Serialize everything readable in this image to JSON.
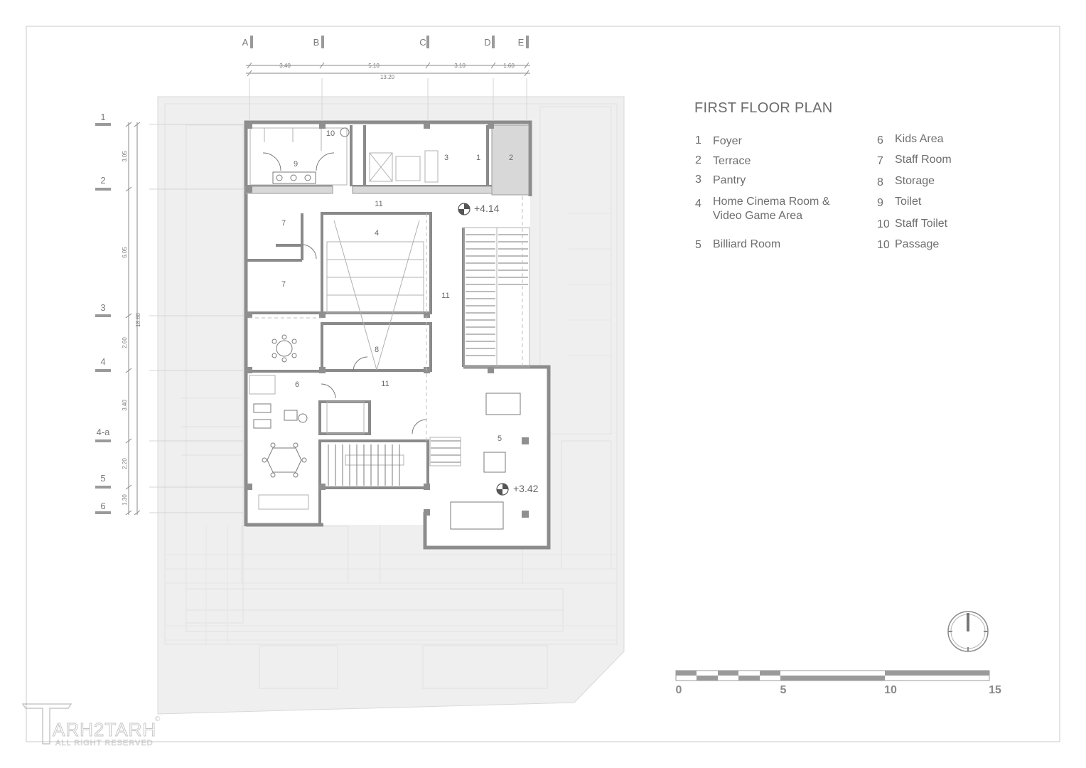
{
  "title": "FIRST FLOOR PLAN",
  "legend_left": [
    {
      "num": "1",
      "label": "Foyer"
    },
    {
      "num": "2",
      "label": "Terrace"
    },
    {
      "num": "3",
      "label": "Pantry"
    },
    {
      "num": "4",
      "label": "Home Cinema Room &",
      "label2": "Video Game Area"
    },
    {
      "num": "5",
      "label": "Billiard Room"
    }
  ],
  "legend_right": [
    {
      "num": "6",
      "label": "Kids Area"
    },
    {
      "num": "7",
      "label": "Staff Room"
    },
    {
      "num": "8",
      "label": "Storage"
    },
    {
      "num": "9",
      "label": "Toilet"
    },
    {
      "num": "10",
      "label": "Staff Toilet"
    },
    {
      "num": "10",
      "label": "Passage"
    }
  ],
  "grid_columns": [
    "A",
    "B",
    "C",
    "D",
    "E"
  ],
  "column_spacings": [
    "3.40",
    "5.10",
    "3.10",
    "1.60"
  ],
  "column_total": "13.20",
  "grid_rows": [
    "1",
    "2",
    "3",
    "4",
    "4-a",
    "5",
    "6"
  ],
  "row_spacings": [
    "3.05",
    "6.05",
    "2.60",
    "3.40",
    "2.20",
    "1.30"
  ],
  "row_total": "18.60",
  "room_labels": [
    "10",
    "9",
    "3",
    "1",
    "2",
    "11",
    "7",
    "4",
    "7",
    "11",
    "8",
    "6",
    "11",
    "5"
  ],
  "levels": [
    "+4.14",
    "+3.42"
  ],
  "scale_labels": [
    "0",
    "5",
    "10",
    "15"
  ],
  "watermark": {
    "brand": "ARH2TARH",
    "rights": "ALL RIGHT RESERVED",
    "mark": "©"
  }
}
